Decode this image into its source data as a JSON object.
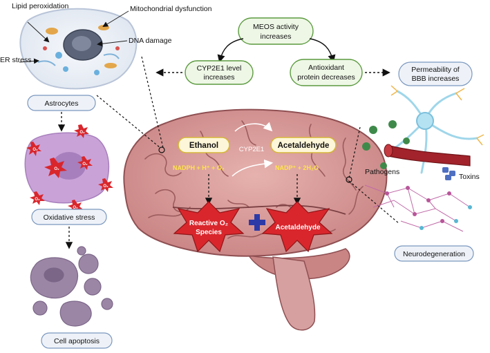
{
  "flow": {
    "meos": "MEOS activity increases",
    "cyp2e1_level": "CYP2E1 level increases",
    "antioxidant": "Antioxidant protein decreases",
    "bbb": "Permeability of BBB increases"
  },
  "astrocyte_panel": {
    "lipid_peroxidation": "Lipid peroxidation",
    "mitochondrial_dysfunction": "Mitochondrial dysfunction",
    "dna_damage": "DNA damage",
    "er_stress": "ER stress",
    "astrocytes": "Astrocytes",
    "oxidative_stress": "Oxidative stress",
    "cell_apoptosis": "Cell apoptosis",
    "o2_marker": "O₂"
  },
  "brain": {
    "ethanol": "Ethanol",
    "acetaldehyde_top": "Acetaldehyde",
    "cyp2e1": "CYP2E1",
    "nadph_reaction": "NADPH + H⁺ + O₂",
    "nadp_reaction": "NADP⁺ + 2H₂O",
    "ros_line1": "Reactive O₂",
    "ros_line2": "Species",
    "acetaldehyde_star": "Acetaldehyde",
    "plus_symbol": "+"
  },
  "right_panel": {
    "pathogens": "Pathogens",
    "toxins": "Toxins",
    "neurodegeneration": "Neurodegeneration"
  },
  "colors": {
    "box_green_border": "#5a9a3e",
    "box_green_fill": "#eef7e6",
    "box_blue_border": "#7a97bf",
    "box_blue_fill": "#eef2f8",
    "brain_fill": "#d99a9a",
    "brain_stroke": "#8f4f52",
    "star_red": "#d9262c",
    "plus_blue": "#2c3aa8",
    "astrocyte_purple": "#c9a2d8",
    "apoptosis_purple": "#9c86a6"
  }
}
